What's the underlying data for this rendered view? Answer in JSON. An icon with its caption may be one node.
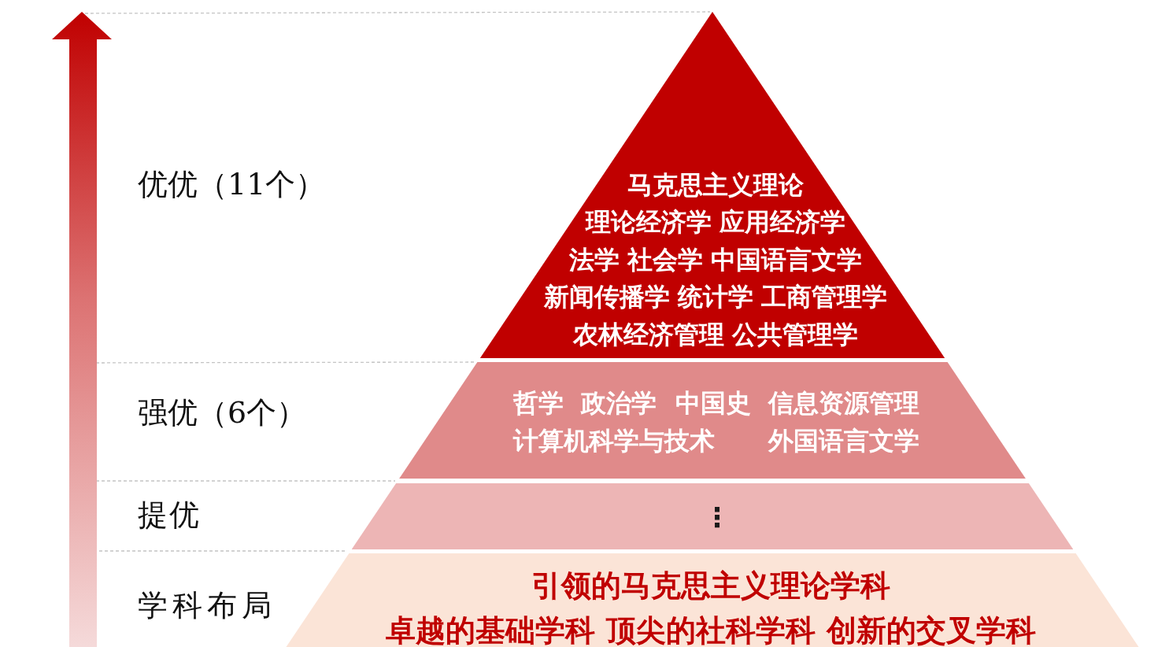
{
  "diagram": {
    "nodes": [
      {
        "text": [
          "马克思主义理论",
          "理论经济学",
          "应用经济学",
          "法学",
          "社会学",
          "中国语言文学",
          "新闻传播学",
          "统计学",
          "工商管理学",
          "农林经济管理",
          "公共管理学"
        ]
      },
      {
        "text": [
          "哲学",
          "政治学",
          "中国史",
          "信息资源管理",
          "计算机科学与技术",
          "外国语言文学"
        ]
      },
      {
        "text": [
          "⋮"
        ]
      },
      {
        "text": [
          "引领的马克思主义理论学科",
          "卓越的基础学科",
          "顶尖的社科学科",
          "创新的交叉学科"
        ]
      }
    ],
    "labels": [
      "优优（11个）",
      "强优（6个）",
      "提优",
      "学科布局"
    ]
  }
}
